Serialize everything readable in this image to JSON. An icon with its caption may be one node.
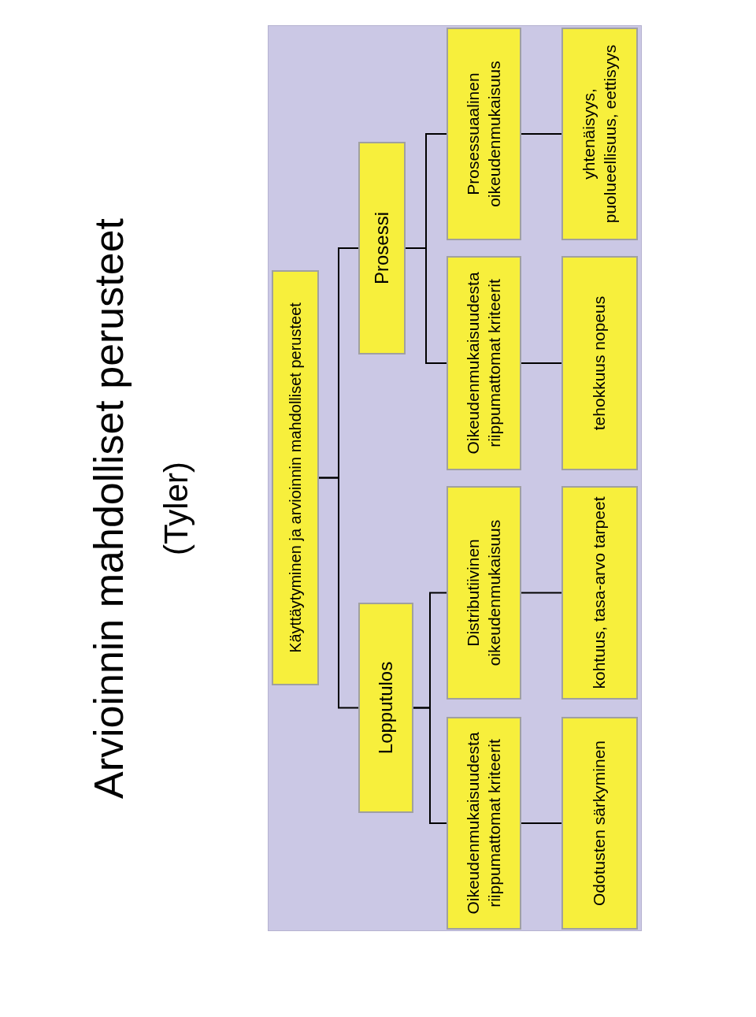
{
  "diagram": {
    "title": "Arvioinnin mahdolliset perusteet",
    "caption": "(Tyler)",
    "nodes": [
      {
        "text": [
          "Käyttäytyminen ja arvioinnin mahdolliset perusteet"
        ]
      },
      {
        "text": [
          "Lopputulos"
        ]
      },
      {
        "text": [
          "Prosessi"
        ]
      },
      {
        "text": [
          "Oikeudenmukaisuudesta riippumattomat kriteerit"
        ]
      },
      {
        "text": [
          "Distributiivinen oikeudenmukaisuus"
        ]
      },
      {
        "text": [
          "Oikeudenmukaisuudesta riippumattomat kriteerit"
        ]
      },
      {
        "text": [
          "Prosessuaalinen oikeudenmukaisuus"
        ]
      },
      {
        "text": [
          "Odotusten särkyminen"
        ]
      },
      {
        "text": [
          "kohtuus, tasa-arvo tarpeet"
        ]
      },
      {
        "text": [
          "tehokkuus nopeus"
        ]
      },
      {
        "text": [
          "yhtenäisyys, puolueellisuus, eettisyys"
        ]
      }
    ],
    "edges": [
      {
        "from": 0,
        "to": 1,
        "arrow": "none"
      },
      {
        "from": 0,
        "to": 2,
        "arrow": "none"
      },
      {
        "from": 1,
        "to": 3,
        "arrow": "none"
      },
      {
        "from": 1,
        "to": 4,
        "arrow": "none"
      },
      {
        "from": 2,
        "to": 5,
        "arrow": "none"
      },
      {
        "from": 2,
        "to": 6,
        "arrow": "none"
      },
      {
        "from": 3,
        "to": 7,
        "arrow": "none"
      },
      {
        "from": 4,
        "to": 8,
        "arrow": "none"
      },
      {
        "from": 5,
        "to": 9,
        "arrow": "none"
      },
      {
        "from": 6,
        "to": 10,
        "arrow": "none"
      }
    ]
  }
}
